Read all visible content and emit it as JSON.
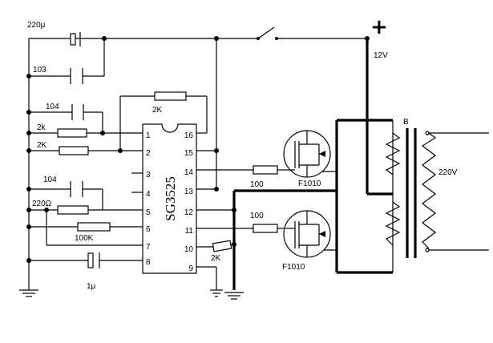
{
  "ic": {
    "name": "SG3525",
    "pins_left": [
      "1",
      "2",
      "3",
      "4",
      "5",
      "6",
      "7",
      "8"
    ],
    "pins_right": [
      "16",
      "15",
      "14",
      "13",
      "12",
      "11",
      "10",
      "9"
    ]
  },
  "labels": {
    "cap_220u": "220μ",
    "cap_103": "103",
    "cap_104_a": "104",
    "res_2k_a": "2k",
    "res_2K_b": "2K",
    "res_2K_top": "2K",
    "cap_104_b": "104",
    "res_220ohm": "220Ω",
    "res_100K": "100K",
    "cap_1u": "1μ",
    "res_100_a": "100",
    "res_100_b": "100",
    "res_2K_c": "2K",
    "mos_a": "F1010",
    "mos_b": "F1010",
    "supply_sign": "+",
    "supply_voltage": "12V",
    "transformer": "B",
    "output_voltage": "220V"
  }
}
